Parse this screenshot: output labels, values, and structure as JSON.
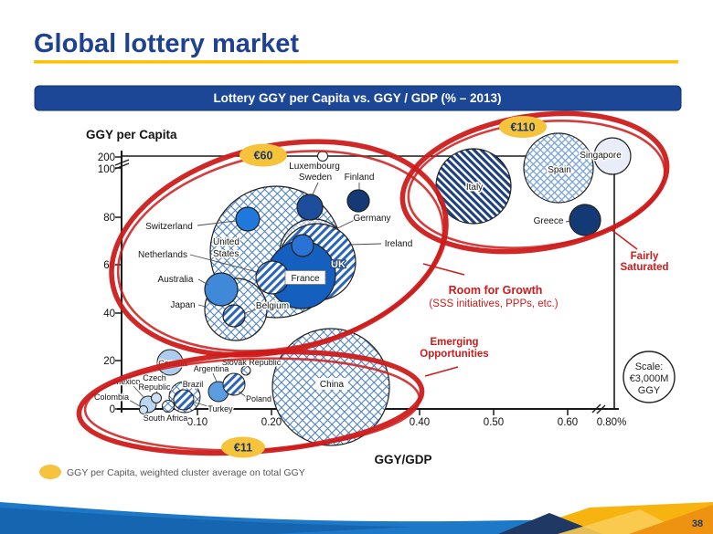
{
  "slide": {
    "title": "Global lottery market",
    "page_number": "38"
  },
  "banner": {
    "title": "Lottery GGY per Capita vs. GGY / GDP (% – 2013)"
  },
  "legend": {
    "marker": "yellow-ellipse",
    "text": "GGY per Capita, weighted cluster average on total GGY"
  },
  "colors": {
    "title_blue": "#1E4291",
    "banner_blue": "#1B4796",
    "gold": "#F6C33D",
    "underline_gold": "#FFC000",
    "annotation_red": "#CE1B1B",
    "bubble_navy": "#143A75",
    "bubble_blue": "#1560BE"
  },
  "chart_data": {
    "type": "scatter",
    "title": "Lottery GGY per Capita vs. GGY / GDP (% – 2013)",
    "xlabel": "GGY/GDP",
    "ylabel": "GGY per Capita",
    "x_ticks": [
      "0.10",
      "0.20",
      "0.40",
      "0.50",
      "0.60",
      "0.80%"
    ],
    "y_ticks": [
      "0",
      "20",
      "40",
      "60",
      "80",
      "100",
      "200"
    ],
    "axis_break_x": "between 0.60 and 0.80",
    "axis_break_y": "between 100 and 200",
    "scale_note": {
      "line1": "Scale:",
      "line2": "€3,000M",
      "line3": "GGY"
    },
    "cluster_averages": [
      {
        "label": "€60",
        "cluster": "Room for Growth"
      },
      {
        "label": "€110",
        "cluster": "Fairly Saturated"
      },
      {
        "label": "€11",
        "cluster": "Emerging Opportunities"
      }
    ],
    "annotations": [
      {
        "line1": "Room for Growth",
        "line2": "(SSS initiatives, PPPs, etc.)"
      },
      {
        "line1": "Fairly",
        "line2": "Saturated"
      },
      {
        "line1": "Emerging",
        "line2": "Opportunities"
      }
    ],
    "bubbles": [
      {
        "name": "United States",
        "label_lines": [
          "United",
          "States"
        ],
        "x": 0.21,
        "y": 66,
        "r": 72,
        "style": "check-light"
      },
      {
        "name": "Japan",
        "x": 0.155,
        "y": 41,
        "r": 34,
        "style": "check-light"
      },
      {
        "name": "Germany",
        "x": 0.26,
        "y": 66,
        "r": 37,
        "style": "check-fine"
      },
      {
        "name": "UK",
        "x": 0.265,
        "y": 62,
        "r": 42,
        "style": "stripe-blue"
      },
      {
        "name": "France",
        "x": 0.245,
        "y": 56,
        "r": 37,
        "style": "solid-blue"
      },
      {
        "name": "Netherlands",
        "x": 0.205,
        "y": 55,
        "r": 18,
        "style": "stripe-blue"
      },
      {
        "name": "Ireland",
        "x": 0.245,
        "y": 68,
        "r": 12,
        "style": "solid-blue"
      },
      {
        "name": "Belgium",
        "x": 0.155,
        "y": 39,
        "r": 12,
        "style": "stripe-blue"
      },
      {
        "name": "Australia",
        "x": 0.135,
        "y": 50,
        "r": 18,
        "style": "solid-blue"
      },
      {
        "name": "Switzerland",
        "x": 0.17,
        "y": 79,
        "r": 13,
        "style": "solid-blue"
      },
      {
        "name": "Sweden",
        "x": 0.255,
        "y": 84,
        "r": 14,
        "style": "solid-darkblue"
      },
      {
        "name": "Finland",
        "x": 0.32,
        "y": 87,
        "r": 12,
        "style": "solid-navy"
      },
      {
        "name": "Luxembourg",
        "x": 0.27,
        "y": 200,
        "r": 5.5,
        "style": "open-white"
      },
      {
        "name": "China",
        "x": 0.285,
        "y": 9,
        "r": 64,
        "style": "check-light"
      },
      {
        "name": "Canada",
        "x": 0.068,
        "y": 19,
        "r": 14,
        "style": "solid-lightblue"
      },
      {
        "name": "Brazil",
        "x": 0.088,
        "y": 5,
        "r": 17,
        "style": "check-light"
      },
      {
        "name": "Turkey",
        "x": 0.086,
        "y": 4,
        "r": 11,
        "style": "stripe-blue"
      },
      {
        "name": "Mexico",
        "x": 0.038,
        "y": 2,
        "r": 9,
        "style": "solid-lightblue"
      },
      {
        "name": "Czech Republic",
        "label_lines": [
          "Czech",
          "Republic"
        ],
        "x": 0.05,
        "y": 5,
        "r": 5.5,
        "style": "solid-lightblue"
      },
      {
        "name": "Colombia",
        "x": 0.032,
        "y": 0,
        "r": 4.5,
        "style": "solid-lightblue"
      },
      {
        "name": "South Africa",
        "x": 0.065,
        "y": 1,
        "r": 6.5,
        "style": "check-light"
      },
      {
        "name": "Argentina",
        "x": 0.13,
        "y": 7,
        "r": 11,
        "style": "solid-blue-light"
      },
      {
        "name": "Poland",
        "x": 0.155,
        "y": 10,
        "r": 12,
        "style": "stripe-blue"
      },
      {
        "name": "Slovak Republic",
        "x": 0.17,
        "y": 16,
        "r": 5,
        "style": "check-light"
      },
      {
        "name": "Italy",
        "x": 0.475,
        "y": 93,
        "r": 41,
        "style": "stripe-navy"
      },
      {
        "name": "Spain",
        "x": 0.59,
        "y": 100,
        "r": 38,
        "style": "check-dense"
      },
      {
        "name": "Singapore",
        "x": 0.8,
        "y": 105,
        "r": 20,
        "style": "solid-palest"
      },
      {
        "name": "Greece",
        "x": 0.625,
        "y": 79,
        "r": 17,
        "style": "solid-navy"
      }
    ]
  }
}
